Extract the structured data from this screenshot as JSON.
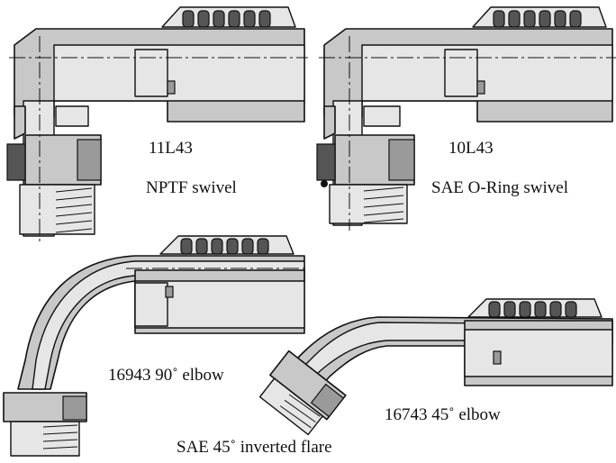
{
  "fittings": [
    {
      "part": "11L43",
      "description": "NPTF swivel"
    },
    {
      "part": "10L43",
      "description": "SAE O-Ring swivel"
    },
    {
      "part": "16943 90˚ elbow",
      "description": "SAE 45˚ inverted flare"
    },
    {
      "part": "16743 45˚ elbow",
      "description": ""
    }
  ],
  "colors": {
    "steel": "#c8c8c8",
    "highlight": "#e6e6e6",
    "shadow": "#555555",
    "outline": "#111111"
  }
}
